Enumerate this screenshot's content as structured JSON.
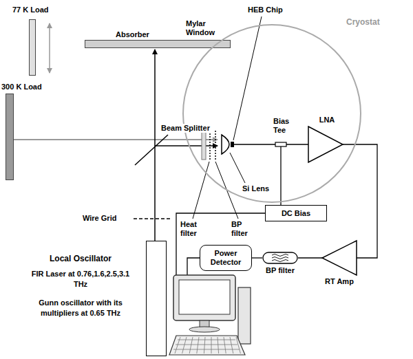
{
  "diagram": {
    "nodes": [
      {
        "text": [
          "77 K Load"
        ]
      },
      {
        "text": [
          "300 K Load"
        ]
      },
      {
        "text": [
          "Absorber"
        ]
      },
      {
        "text": [
          "Cryostat"
        ]
      },
      {
        "text": [
          "LNA"
        ],
        "in": 3
      },
      {
        "text": [
          "DC Bias"
        ]
      },
      {
        "text": [
          "Power Detector"
        ]
      },
      {
        "text": [
          "BP filter"
        ]
      },
      {
        "text": [
          "RT Amp"
        ]
      },
      {
        "text": [
          "Local Oscillator",
          "FIR Laser at 0.76,1.6,2.5,3.1 THz",
          "Gunn oscillator with its multipliers at 0.65 THz"
        ]
      }
    ],
    "edges": [
      {
        "from": 4,
        "to": 8,
        "arrow": "none"
      },
      {
        "from": 8,
        "to": 7,
        "arrow": "none"
      },
      {
        "from": 7,
        "to": 6,
        "arrow": "none"
      }
    ],
    "labels": [
      "Mylar Window",
      "HEB Chip",
      "Beam Splitter",
      "Bias Tee",
      "Si Lens",
      "Wire Grid",
      "Heat filter",
      "BP filter"
    ]
  }
}
